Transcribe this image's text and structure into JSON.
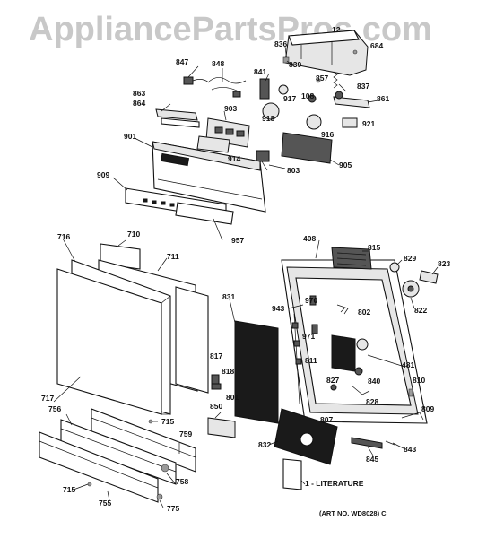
{
  "watermark": "AppliancePartsPros.com",
  "literature_label": "1 - LITERATURE",
  "art_number": "(ART NO. WD8028) C",
  "parts": {
    "p836": "836",
    "p12": "12",
    "p684": "684",
    "p847": "847",
    "p848": "848",
    "p839": "839",
    "p841": "841",
    "p857": "857",
    "p837": "837",
    "p863": "863",
    "p864": "864",
    "p108": "108",
    "p917": "917",
    "p861": "861",
    "p903": "903",
    "p918": "918",
    "p921": "921",
    "p916": "916",
    "p901": "901",
    "p914": "914",
    "p803": "803",
    "p905": "905",
    "p909": "909",
    "p957": "957",
    "p408": "408",
    "p815": "815",
    "p716": "716",
    "p710": "710",
    "p711": "711",
    "p829": "829",
    "p823": "823",
    "p943": "943",
    "p970": "970",
    "p802": "802",
    "p831": "831",
    "p822": "822",
    "p971": "971",
    "p811": "811",
    "p481": "481",
    "p817": "817",
    "p818": "818",
    "p840": "840",
    "p810": "810",
    "p827": "827",
    "p717": "717",
    "p801": "801",
    "p828": "828",
    "p809": "809",
    "p850": "850",
    "p756": "756",
    "p807": "807",
    "p715a": "715",
    "p759": "759",
    "p832": "832",
    "p845": "845",
    "p843": "843",
    "p758": "758",
    "p715b": "715",
    "p755": "755",
    "p775": "775"
  }
}
